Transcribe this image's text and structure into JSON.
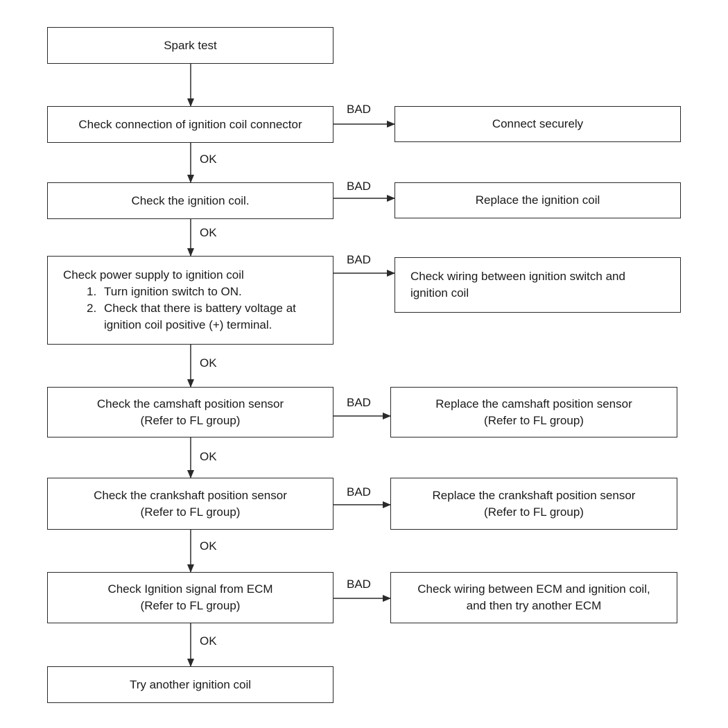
{
  "flowchart": {
    "start": {
      "text": "Spark test"
    },
    "steps": [
      {
        "check": [
          "Check connection of ignition coil connector"
        ],
        "bad_action": [
          "Connect securely"
        ]
      },
      {
        "check": [
          "Check the ignition coil."
        ],
        "bad_action": [
          "Replace the ignition coil"
        ]
      },
      {
        "check_title": "Check power supply to ignition coil",
        "check_items": [
          {
            "num": "1.",
            "lines": [
              "Turn ignition switch to ON."
            ]
          },
          {
            "num": "2.",
            "lines": [
              "Check that there is battery voltage at",
              "ignition coil positive (+) terminal."
            ]
          }
        ],
        "bad_action": [
          "Check wiring between ignition switch and",
          "ignition coil"
        ]
      },
      {
        "check": [
          "Check the camshaft position sensor",
          "(Refer to FL group)"
        ],
        "bad_action": [
          "Replace the camshaft position sensor",
          "(Refer to FL group)"
        ]
      },
      {
        "check": [
          "Check the crankshaft position sensor",
          "(Refer to FL group)"
        ],
        "bad_action": [
          "Replace the crankshaft position sensor",
          "(Refer to FL group)"
        ]
      },
      {
        "check": [
          "Check Ignition signal from ECM",
          "(Refer to FL group)"
        ],
        "bad_action": [
          "Check wiring between ECM and ignition coil,",
          "and then try another ECM"
        ]
      }
    ],
    "end": {
      "text": "Try another ignition coil"
    },
    "labels": {
      "ok": "OK",
      "bad": "BAD"
    }
  }
}
